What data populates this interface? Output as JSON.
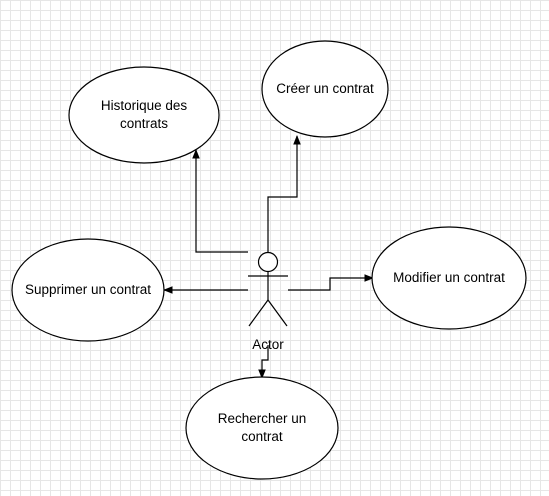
{
  "actor": {
    "label": "Actor"
  },
  "use_cases": {
    "historique": "Historique des contrats",
    "creer": "Créer un contrat",
    "supprimer": "Supprimer un contrat",
    "modifier": "Modifier un contrat",
    "rechercher": "Rechercher un contrat"
  },
  "colors": {
    "stroke": "#000000",
    "fill": "#ffffff",
    "grid": "#e6e6e6"
  }
}
